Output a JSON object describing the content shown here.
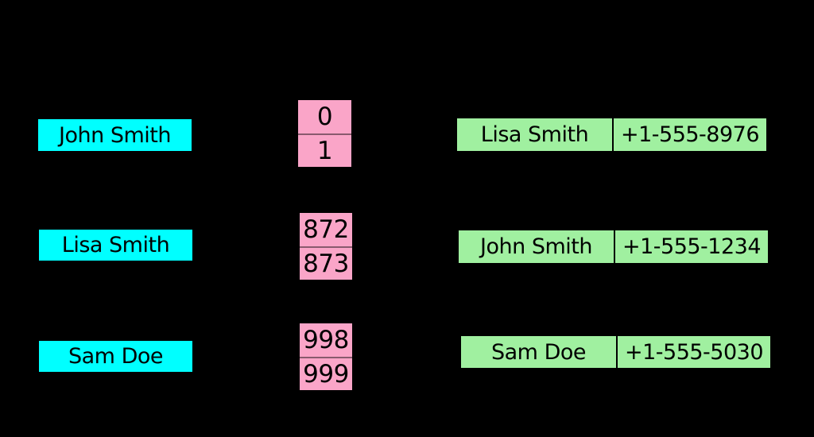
{
  "diagram": {
    "type": "hash-table",
    "background": "#000000"
  },
  "colors": {
    "diagram_bg": "#000000",
    "key_fill": "#00ffff",
    "bucket_fill": "#faa5c8",
    "entry_fill": "#a0f0a0",
    "text": "#000000"
  },
  "keys": [
    {
      "label": "John Smith"
    },
    {
      "label": "Lisa Smith"
    },
    {
      "label": "Sam Doe"
    }
  ],
  "buckets": [
    {
      "cells": [
        "0",
        "1"
      ]
    },
    {
      "cells": [
        "872",
        "873"
      ]
    },
    {
      "cells": [
        "998",
        "999"
      ]
    }
  ],
  "entries": [
    {
      "name": "Lisa Smith",
      "phone": "+1-555-8976"
    },
    {
      "name": "John Smith",
      "phone": "+1-555-1234"
    },
    {
      "name": "Sam Doe",
      "phone": "+1-555-5030"
    }
  ]
}
